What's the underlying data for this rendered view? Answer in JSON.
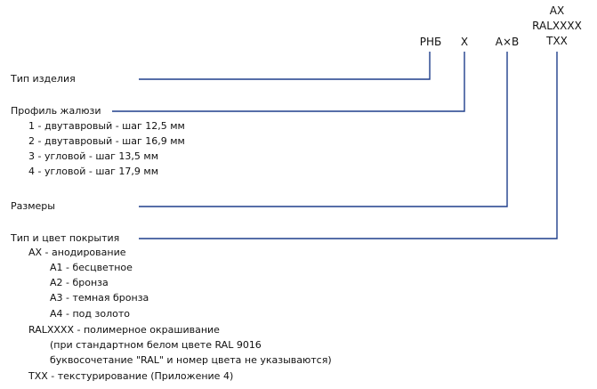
{
  "code": {
    "parts": [
      "РНБ",
      "Х",
      "А×В"
    ],
    "coating_options": [
      "АХ",
      "RALXXXX",
      "ТХХ"
    ]
  },
  "labels": {
    "product_type": "Тип изделия",
    "profile": "Профиль жалюзи",
    "sizes": "Размеры",
    "coating": "Тип и цвет покрытия"
  },
  "profiles": [
    "1 - двутавровый - шаг 12,5 мм",
    "2 - двутавровый - шаг 16,9 мм",
    "3 - угловой - шаг 13,5 мм",
    "4 - угловой - шаг 17,9 мм"
  ],
  "coating": {
    "ax_title": "АХ - анодирование",
    "ax_items": [
      "А1 - бесцветное",
      "А2 - бронза",
      "А3 - темная бронза",
      "А4 - под золото"
    ],
    "ral_title": "RALXXXX - полимерное окрашивание",
    "ral_notes": [
      "(при стандартном белом цвете RAL 9016",
      "буквосочетание \"RAL\" и номер цвета не указываются)"
    ],
    "tx_title": "ТХХ - текстурирование (Приложение 4)"
  },
  "colors": {
    "line": "#1f3e8c",
    "text": "#111111"
  }
}
